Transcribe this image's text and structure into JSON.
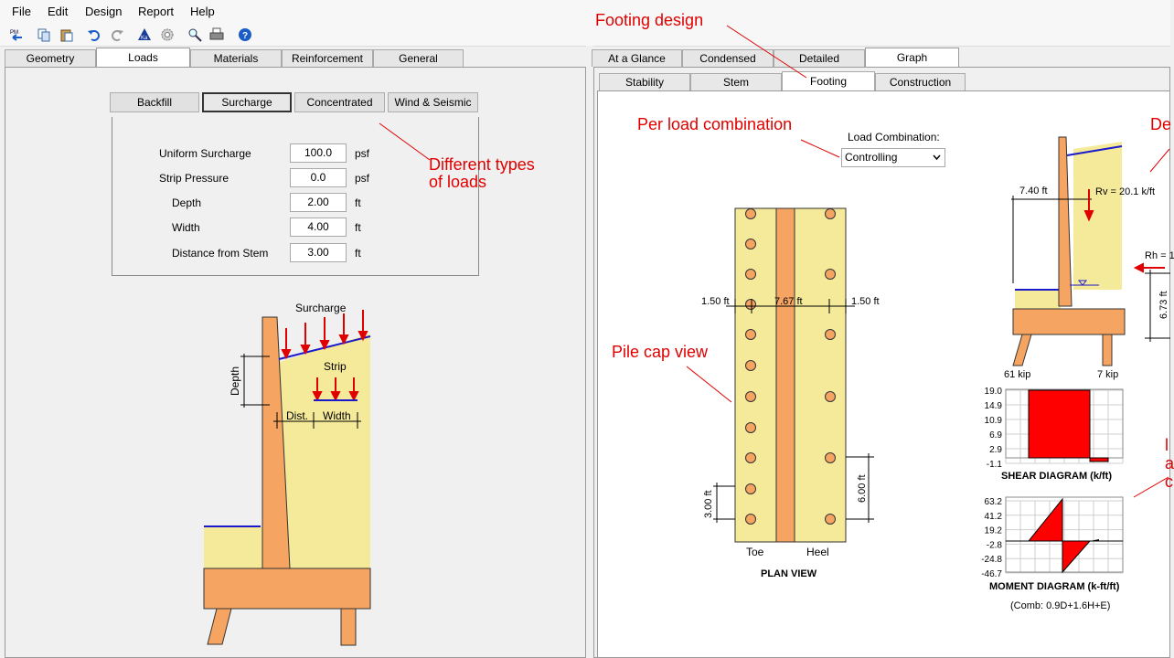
{
  "menu": [
    "File",
    "Edit",
    "Design",
    "Report",
    "Help"
  ],
  "left_tabs": [
    "Geometry",
    "Loads",
    "Materials",
    "Reinforcement",
    "General"
  ],
  "right_tabs": [
    "At a Glance",
    "Condensed",
    "Detailed",
    "Graph"
  ],
  "right_subtabs": [
    "Stability",
    "Stem",
    "Footing",
    "Construction"
  ],
  "load_buttons": [
    "Backfill",
    "Surcharge",
    "Concentrated",
    "Wind & Seismic"
  ],
  "loads_form": {
    "uniform_surcharge": {
      "label": "Uniform Surcharge",
      "value": "100.0",
      "unit": "psf"
    },
    "strip_pressure": {
      "label": "Strip Pressure",
      "value": "0.0",
      "unit": "psf"
    },
    "depth": {
      "label": "Depth",
      "value": "2.00",
      "unit": "ft"
    },
    "width": {
      "label": "Width",
      "value": "4.00",
      "unit": "ft"
    },
    "distance": {
      "label": "Distance from Stem",
      "value": "3.00",
      "unit": "ft"
    }
  },
  "annotations": {
    "footing_design": "Footing design",
    "different_types_1": "Different types",
    "different_types_2": "of loads",
    "per_load_combination": "Per load combination",
    "pile_cap_view": "Pile cap view",
    "de_cut": "De",
    "l_cut": "l",
    "a_cut": "a",
    "c_cut": "c"
  },
  "load_combination": {
    "label": "Load Combination:",
    "value": "Controlling"
  },
  "wall_diagram": {
    "surcharge": "Surcharge",
    "strip": "Strip",
    "depth": "Depth",
    "dist": "Dist.",
    "width": "Width"
  },
  "plan_view": {
    "title": "PLAN VIEW",
    "left_dim": "1.50 ft",
    "mid_dim": "7.67 ft",
    "right_dim": "1.50 ft",
    "spacing_left": "3.00 ft",
    "spacing_right": "6.00 ft",
    "toe": "Toe",
    "heel": "Heel"
  },
  "section_view": {
    "dim_top": "7.40 ft",
    "rv": "Rv = 20.1 k/ft",
    "rh": "Rh = 1",
    "height": "6.73 ft",
    "left_pile": "61 kip",
    "right_pile": "7 kip"
  },
  "shear": {
    "title": "SHEAR DIAGRAM (k/ft)",
    "ticks": [
      "19.0",
      "14.9",
      "10.9",
      "6.9",
      "2.9",
      "-1.1"
    ]
  },
  "moment": {
    "title": "MOMENT DIAGRAM (k-ft/ft)",
    "ticks": [
      "63.2",
      "41.2",
      "19.2",
      "-2.8",
      "-24.8",
      "-46.7"
    ],
    "comb": "(Comb: 0.9D+1.6H+E)"
  },
  "colors": {
    "arrow": "#e00000",
    "fill_yellow": "#f5e99a",
    "wall_orange": "#f5a461",
    "red_ann": "#e00000"
  }
}
